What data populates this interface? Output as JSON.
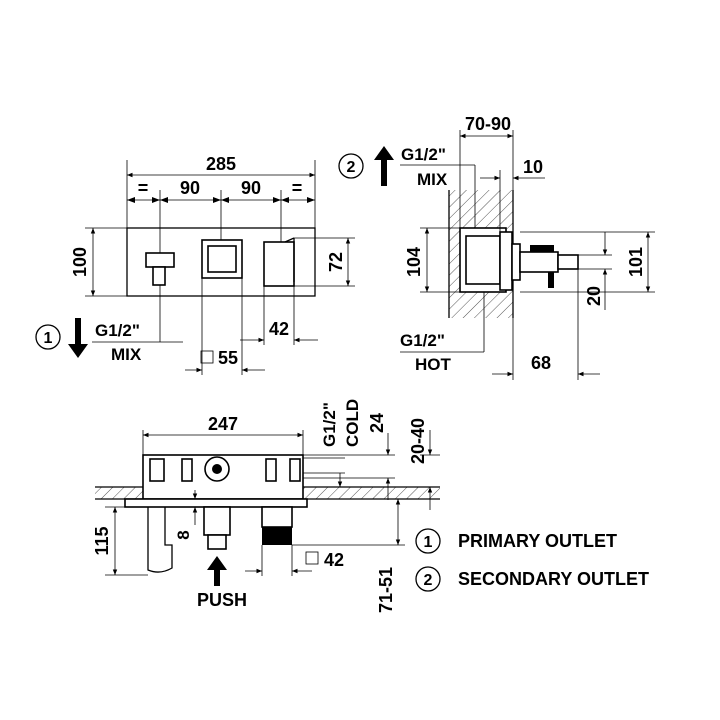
{
  "front_view": {
    "width_overall": "285",
    "eq_left": "=",
    "eq_right": "=",
    "spacing_left": "90",
    "spacing_right": "90",
    "height": "100",
    "height_right": "72",
    "button_width": "42",
    "knob_square": "55"
  },
  "side_view": {
    "depth": "70-90",
    "offset": "10",
    "height_left": "104",
    "height_right": "101",
    "bottom_offset": "20",
    "bottom_depth": "68",
    "top_conn_label_1": "G1/2\"",
    "top_conn_label_2": "MIX",
    "top_conn_marker": "2",
    "bottom_conn_label_1": "G1/2\"",
    "bottom_conn_label_2": "HOT"
  },
  "left_conn": {
    "marker": "1",
    "label_1": "G1/2\"",
    "label_2": "MIX"
  },
  "top_view": {
    "width": "247",
    "cold_label_1": "G1/2\"",
    "cold_label_2": "COLD",
    "dim_24": "24",
    "dim_20_40": "20-40",
    "dim_115": "115",
    "dim_8": "8",
    "square_42": "42",
    "dim_71_51": "71-51",
    "push_label": "PUSH"
  },
  "legend": [
    {
      "marker": "1",
      "text": "PRIMARY OUTLET"
    },
    {
      "marker": "2",
      "text": "SECONDARY OUTLET"
    }
  ]
}
